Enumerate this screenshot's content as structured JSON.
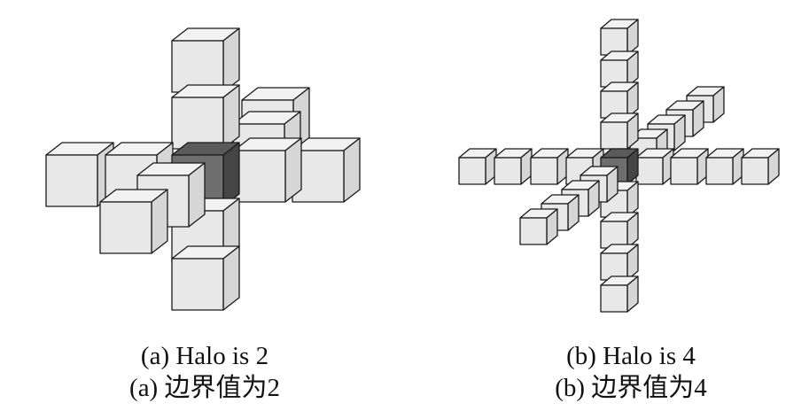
{
  "figure": {
    "colors": {
      "cube_top": "#f2f2f2",
      "cube_side": "#d6d6d6",
      "cube_front": "#e8e8e8",
      "center_top": "#5a5a5a",
      "center_side": "#454545",
      "center_front": "#6e6e6e",
      "edge": "#1a1a1a"
    },
    "panels": [
      {
        "id": "a",
        "halo": 2,
        "caption_en": "(a) Halo is 2",
        "caption_zh": "(a) 边界值为2"
      },
      {
        "id": "b",
        "halo": 4,
        "caption_en": "(b) Halo is 4",
        "caption_zh": "(b) 边界值为4"
      }
    ]
  }
}
